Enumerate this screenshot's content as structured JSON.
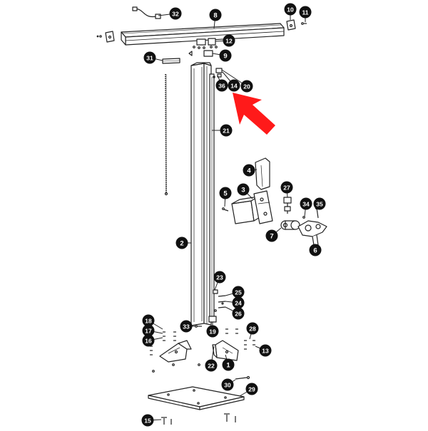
{
  "diagram": {
    "callouts": [
      {
        "id": "c1",
        "label": "1"
      },
      {
        "id": "c2",
        "label": "2"
      },
      {
        "id": "c3",
        "label": "3"
      },
      {
        "id": "c4",
        "label": "4"
      },
      {
        "id": "c5",
        "label": "5"
      },
      {
        "id": "c6",
        "label": "6"
      },
      {
        "id": "c7",
        "label": "7"
      },
      {
        "id": "c8",
        "label": "8"
      },
      {
        "id": "c9",
        "label": "9"
      },
      {
        "id": "c10",
        "label": "10"
      },
      {
        "id": "c11",
        "label": "11"
      },
      {
        "id": "c12",
        "label": "12"
      },
      {
        "id": "c13",
        "label": "13"
      },
      {
        "id": "c14",
        "label": "14"
      },
      {
        "id": "c15",
        "label": "15"
      },
      {
        "id": "c16",
        "label": "16"
      },
      {
        "id": "c17",
        "label": "17"
      },
      {
        "id": "c18",
        "label": "18"
      },
      {
        "id": "c19",
        "label": "19"
      },
      {
        "id": "c20",
        "label": "20"
      },
      {
        "id": "c21",
        "label": "21"
      },
      {
        "id": "c22",
        "label": "22"
      },
      {
        "id": "c23",
        "label": "23"
      },
      {
        "id": "c24",
        "label": "24"
      },
      {
        "id": "c25",
        "label": "25"
      },
      {
        "id": "c26",
        "label": "26"
      },
      {
        "id": "c27",
        "label": "27"
      },
      {
        "id": "c28",
        "label": "28"
      },
      {
        "id": "c29",
        "label": "29"
      },
      {
        "id": "c30",
        "label": "30"
      },
      {
        "id": "c31",
        "label": "31"
      },
      {
        "id": "c32",
        "label": "32"
      },
      {
        "id": "c33",
        "label": "33"
      },
      {
        "id": "c34",
        "label": "34"
      },
      {
        "id": "c35",
        "label": "35"
      },
      {
        "id": "c36",
        "label": "36"
      }
    ],
    "colors": {
      "badge": "#111111",
      "badge_text": "#ffffff",
      "line": "#222222",
      "arrow": "#ff1a1a"
    }
  }
}
